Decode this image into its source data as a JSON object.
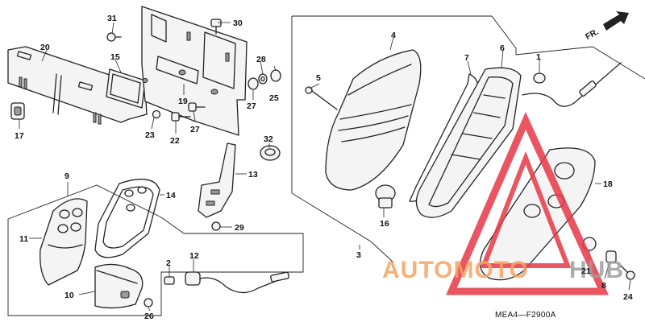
{
  "direction_label": "FR.",
  "diagram_code": "MEA4—F2900A",
  "watermark": {
    "text_a": "AUTOMOTO",
    "text_b": "HUB",
    "color_a": "#f4a261",
    "color_b": "#9e9e9e",
    "logo_color": "#e63946"
  },
  "callouts": {
    "c1": "1",
    "c2": "2",
    "c3": "3",
    "c4": "4",
    "c5": "5",
    "c6": "6",
    "c7": "7",
    "c8": "8",
    "c9": "9",
    "c10": "10",
    "c11": "11",
    "c12": "12",
    "c13": "13",
    "c14": "14",
    "c15": "15",
    "c16": "16",
    "c17": "17",
    "c18": "18",
    "c19": "19",
    "c20": "20",
    "c21": "21",
    "c22": "22",
    "c23": "23",
    "c24": "24",
    "c25": "25",
    "c26": "26",
    "c27a": "27",
    "c27b": "27",
    "c28": "28",
    "c29": "29",
    "c30": "30",
    "c31": "31",
    "c32": "32"
  }
}
